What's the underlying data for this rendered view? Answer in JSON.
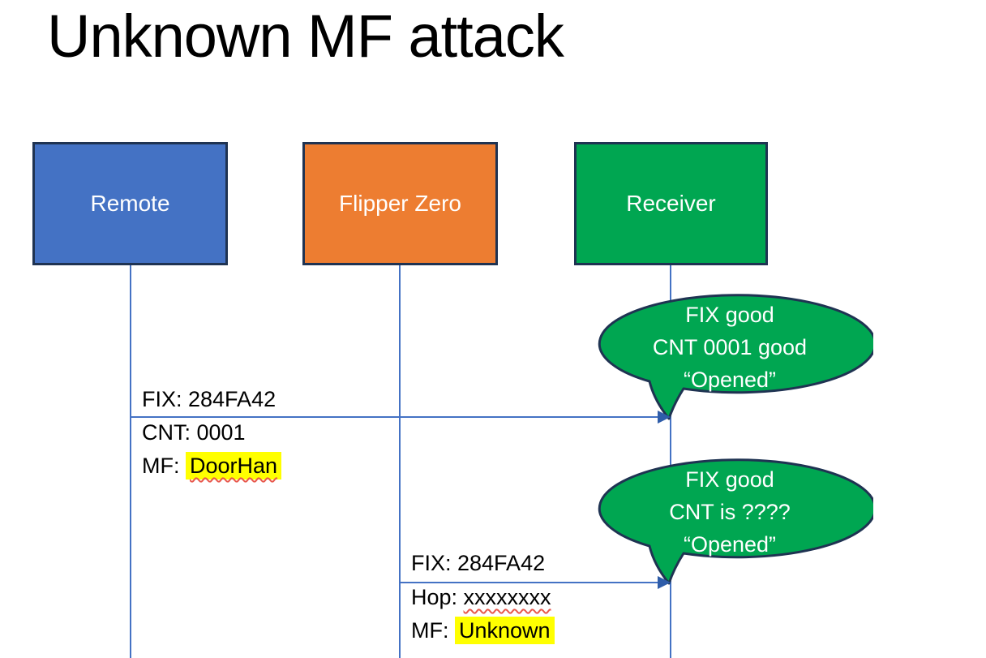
{
  "slide": {
    "title": "Unknown MF attack"
  },
  "actors": [
    {
      "label": "Remote"
    },
    {
      "label": "Flipper Zero"
    },
    {
      "label": "Receiver"
    }
  ],
  "message1": {
    "line1": "FIX: 284FA42",
    "line2": "CNT: 0001",
    "line3_prefix": "MF: ",
    "line3_value": "DoorHan"
  },
  "message2": {
    "line1": "FIX: 284FA42",
    "line2_prefix": "Hop: ",
    "line2_value": "xxxxxxxx",
    "line3_prefix": "MF: ",
    "line3_value": "Unknown"
  },
  "callout1": {
    "line1": "FIX good",
    "line2": "CNT 0001 good",
    "line3": "“Opened”"
  },
  "callout2": {
    "line1": "FIX good",
    "line2": "CNT is ????",
    "line3": "“Opened”"
  },
  "colors": {
    "actor_remote_fill": "#4472C4",
    "actor_flipper_fill": "#ED7D31",
    "actor_receiver_fill": "#00A651",
    "shape_outline": "#1F3352",
    "connector_blue": "#4472C4",
    "arrowhead_blue": "#2F5DA9",
    "callout_fill": "#00A651",
    "callout_text": "#FFFFFF",
    "highlight_yellow": "#FFFF00",
    "spellcheck_red": "#E8584C",
    "title_text": "#000000",
    "label_text": "#000000"
  }
}
